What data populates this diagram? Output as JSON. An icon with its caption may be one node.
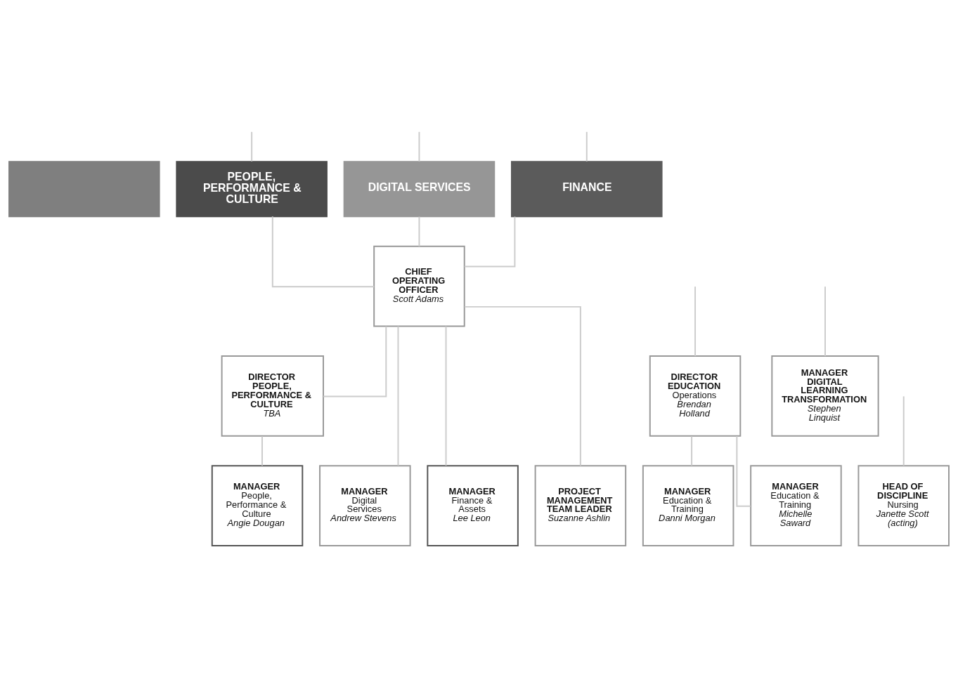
{
  "diagram": {
    "nodes": [
      {
        "text": [],
        "shape": "bar"
      },
      {
        "text": [
          "PEOPLE, PERFORMANCE & CULTURE"
        ]
      },
      {
        "text": [
          "DIGITAL SERVICES"
        ]
      },
      {
        "text": [
          "FINANCE"
        ]
      },
      {
        "text": [
          "CHIEF OPERATING OFFICER",
          "Scott Adams"
        ]
      },
      {
        "text": [
          "DIRECTOR EDUCATION",
          "Operations",
          "Brendan Holland"
        ]
      },
      {
        "text": [
          "MANAGER DIGITAL LEARNING TRANSFORMATION",
          "Stephen Linquist"
        ]
      },
      {
        "text": [
          "DIRECTOR PEOPLE, PERFORMANCE & CULTURE",
          "TBA"
        ]
      },
      {
        "text": [
          "MANAGER",
          "Education & Training",
          "Danni Morgan"
        ]
      },
      {
        "text": [
          "MANAGER",
          "Education & Training",
          "Michelle Saward"
        ]
      },
      {
        "text": [
          "HEAD OF DISCIPLINE",
          "Nursing",
          "Janette Scott (acting)"
        ]
      },
      {
        "text": [
          "MANAGER",
          "People, Performance & Culture",
          "Angie Dougan"
        ]
      },
      {
        "text": [
          "MANAGER",
          "Digital Services",
          "Andrew Stevens"
        ]
      },
      {
        "text": [
          "MANAGER",
          "Finance & Assets",
          "Lee Leon"
        ]
      },
      {
        "text": [
          "PROJECT MANAGEMENT TEAM LEADER",
          "Suzanne Ashlin"
        ]
      }
    ],
    "edges": [
      {
        "from": null,
        "to": 1,
        "arrow": "none"
      },
      {
        "from": null,
        "to": 2,
        "arrow": "none"
      },
      {
        "from": null,
        "to": 3,
        "arrow": "none"
      },
      {
        "from": 1,
        "to": 4,
        "arrow": "none"
      },
      {
        "from": 2,
        "to": 4,
        "arrow": "none"
      },
      {
        "from": 3,
        "to": 4,
        "arrow": "none"
      },
      {
        "from": null,
        "to": 5,
        "arrow": "none"
      },
      {
        "from": null,
        "to": 6,
        "arrow": "none"
      },
      {
        "from": null,
        "to": 10,
        "arrow": "none"
      },
      {
        "from": 4,
        "to": 7,
        "arrow": "none"
      },
      {
        "from": 4,
        "to": 12,
        "arrow": "none"
      },
      {
        "from": 4,
        "to": 13,
        "arrow": "none"
      },
      {
        "from": 4,
        "to": 14,
        "arrow": "none"
      },
      {
        "from": 5,
        "to": 8,
        "arrow": "none"
      },
      {
        "from": 5,
        "to": 9,
        "arrow": "none"
      },
      {
        "from": 7,
        "to": 11,
        "arrow": "none"
      }
    ]
  }
}
